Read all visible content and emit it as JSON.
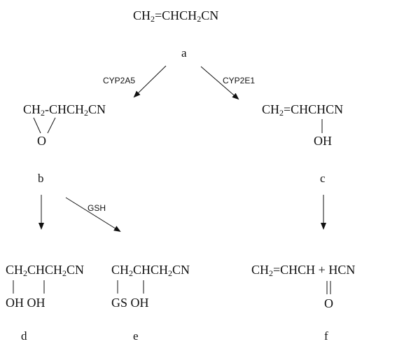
{
  "compounds": {
    "a": {
      "label": "a",
      "formula": {
        "p1": "CH",
        "s1": "2",
        "p2": "=CHCH",
        "s2": "2",
        "p3": "CN"
      }
    },
    "b": {
      "label": "b",
      "formula": {
        "p1": "CH",
        "s1": "2",
        "p2": "-CHCH",
        "s2": "2",
        "p3": "CN"
      },
      "substituent": "O"
    },
    "c": {
      "label": "c",
      "formula": {
        "p1": "CH",
        "s1": "2",
        "p2": "=CHCHCN"
      },
      "substituent": "OH"
    },
    "d": {
      "label": "d",
      "formula": {
        "p1": "CH",
        "s1": "2",
        "p2": "CHCH",
        "s2": "2",
        "p3": "CN"
      },
      "substituent": "OH OH"
    },
    "e": {
      "label": "e",
      "formula": {
        "p1": "CH",
        "s1": "2",
        "p2": "CHCH",
        "s2": "2",
        "p3": "CN"
      },
      "substituent": "GS OH"
    },
    "f": {
      "label": "f",
      "formula": {
        "p1": "CH",
        "s1": "2",
        "p2": "=CHCH + HCN"
      },
      "substituent": "O"
    }
  },
  "enzymes": {
    "a_to_b": "CYP2A5",
    "a_to_c": "CYP2E1",
    "b_to_e": "GSH"
  },
  "colors": {
    "ink": "#111111",
    "background": "#ffffff"
  }
}
